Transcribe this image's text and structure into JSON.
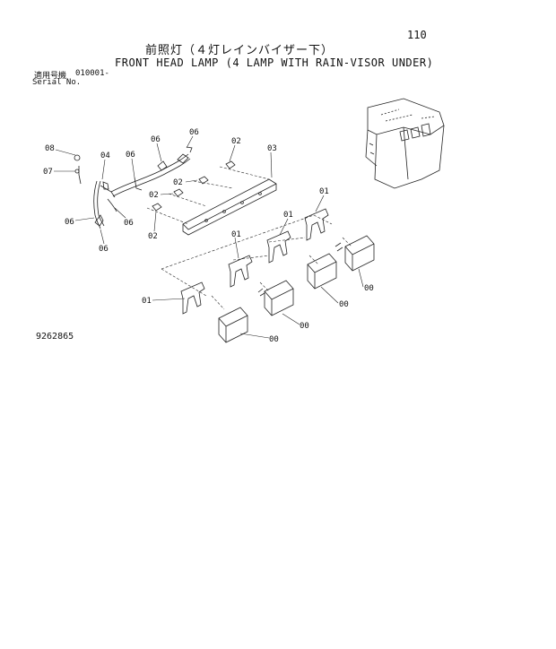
{
  "header": {
    "page_number": "110",
    "title_jp": "前照灯（４灯レインバイザー下）",
    "title_en": "FRONT HEAD LAMP (4 LAMP WITH RAIN-VISOR UNDER)",
    "serial_label_jp": "適用号機",
    "serial_value": "010001-",
    "serial_label_en": "Serial No."
  },
  "footer": {
    "drawing_number": "9262865"
  },
  "callouts": [
    "08",
    "04",
    "07",
    "06",
    "06",
    "06",
    "06",
    "06",
    "06",
    "02",
    "02",
    "02",
    "02",
    "03",
    "01",
    "01",
    "01",
    "01",
    "00",
    "00",
    "00",
    "00"
  ]
}
